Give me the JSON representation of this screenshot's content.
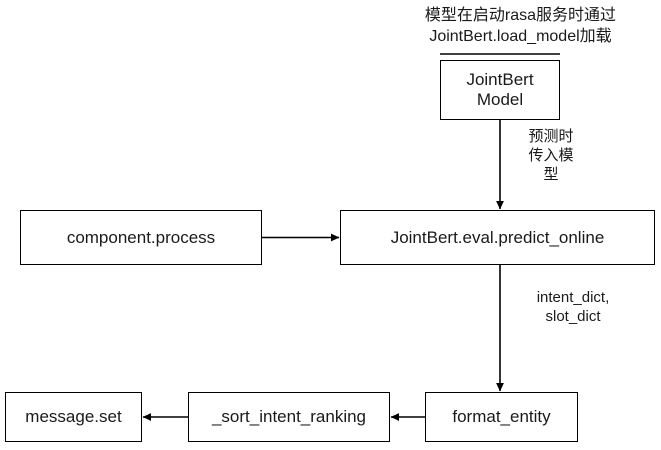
{
  "diagram": {
    "title_caption": "模型在启动rasa服务时通过\nJointBert.load_model加载",
    "nodes": [
      {
        "id": "jointbert-model",
        "label_line1": "JointBert",
        "label_line2": "Model"
      },
      {
        "id": "component-process",
        "label": "component.process"
      },
      {
        "id": "predict-online",
        "label": "JointBert.eval.predict_online"
      },
      {
        "id": "message-set",
        "label": "message.set"
      },
      {
        "id": "sort-intent-ranking",
        "label": "_sort_intent_ranking"
      },
      {
        "id": "format-entity",
        "label": "format_entity"
      }
    ],
    "edge_labels": {
      "model_to_predict": "预测时\n传入模\n型",
      "predict_to_format": "intent_dict,\nslot_dict"
    },
    "colors": {
      "background": "#ffffff",
      "stroke": "#000000",
      "text": "#1a1a1a"
    }
  }
}
